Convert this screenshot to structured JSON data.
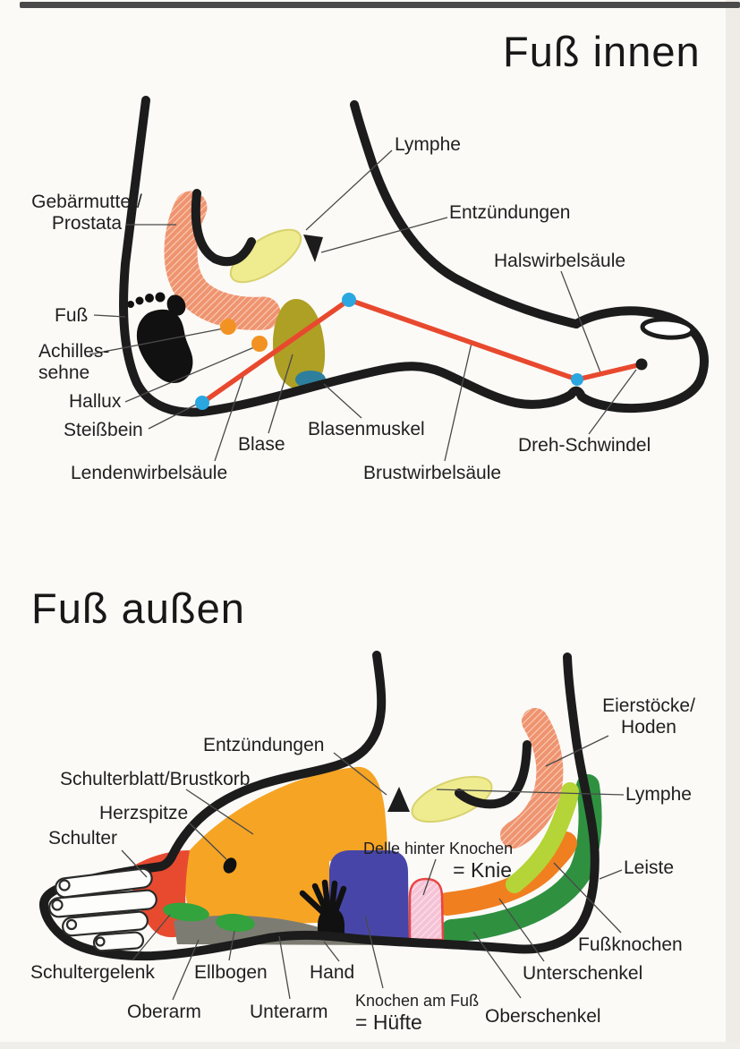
{
  "inner_foot": {
    "title": "Fuß innen",
    "labels": {
      "lymphe": "Lymphe",
      "gebaermutter_line1": "Gebärmutter/",
      "gebaermutter_line2": "Prostata",
      "entzuendungen": "Entzündungen",
      "halswirbelsaeule": "Halswirbelsäule",
      "fuss": "Fuß",
      "achillessehne_line1": "Achilles-",
      "achillessehne_line2": "sehne",
      "hallux": "Hallux",
      "steissbein": "Steißbein",
      "blase": "Blase",
      "blasenmuskel": "Blasenmuskel",
      "lendenwirbelsaeule": "Lendenwirbelsäule",
      "brustwirbelsaeule": "Brustwirbelsäule",
      "dreh_schwindel": "Dreh-Schwindel"
    }
  },
  "outer_foot": {
    "title": "Fuß außen",
    "labels": {
      "entzuendungen": "Entzündungen",
      "schulterblatt_brustkorb": "Schulterblatt/Brustkorb",
      "herzspitze": "Herzspitze",
      "schulter": "Schulter",
      "eierstoecke_line1": "Eierstöcke/",
      "eierstoecke_line2": "Hoden",
      "lymphe": "Lymphe",
      "leiste": "Leiste",
      "delle_line1": "Delle hinter Knochen",
      "delle_line2": "= Knie",
      "schultergelenk": "Schultergelenk",
      "ellbogen": "Ellbogen",
      "hand": "Hand",
      "oberarm": "Oberarm",
      "unterarm": "Unterarm",
      "knochen_line1": "Knochen am Fuß",
      "knochen_line2": "= Hüfte",
      "fussknochen": "Fußknochen",
      "unterschenkel": "Unterschenkel",
      "oberschenkel": "Oberschenkel"
    }
  },
  "colors": {
    "outline": "#1c1c1c",
    "spine_line": "#e8492e",
    "spine_point": "#2aa7e0",
    "vertigo_point": "#1c1c1c",
    "tendon_point": "#f29222",
    "lymph_zone": "#efeb8f",
    "inflammation_marker": "#1c1c1c",
    "uterus_prostate_zone": "#ef8f68",
    "bladder_zone": "#ada024",
    "bladder_muscle_zone": "#2d7f9d",
    "shoulder_zone": "#e84a30",
    "shoulder_blade_zone": "#f6a424",
    "joint_zone": "#33a33d",
    "arm_zone": "#7d7c72",
    "hip_zone": "#4746a8",
    "knee_zone": "#f6c7d8",
    "lower_leg_zone": "#f07f1f",
    "thigh_zone": "#2f9140",
    "foot_bones_zone": "#b5d437"
  }
}
